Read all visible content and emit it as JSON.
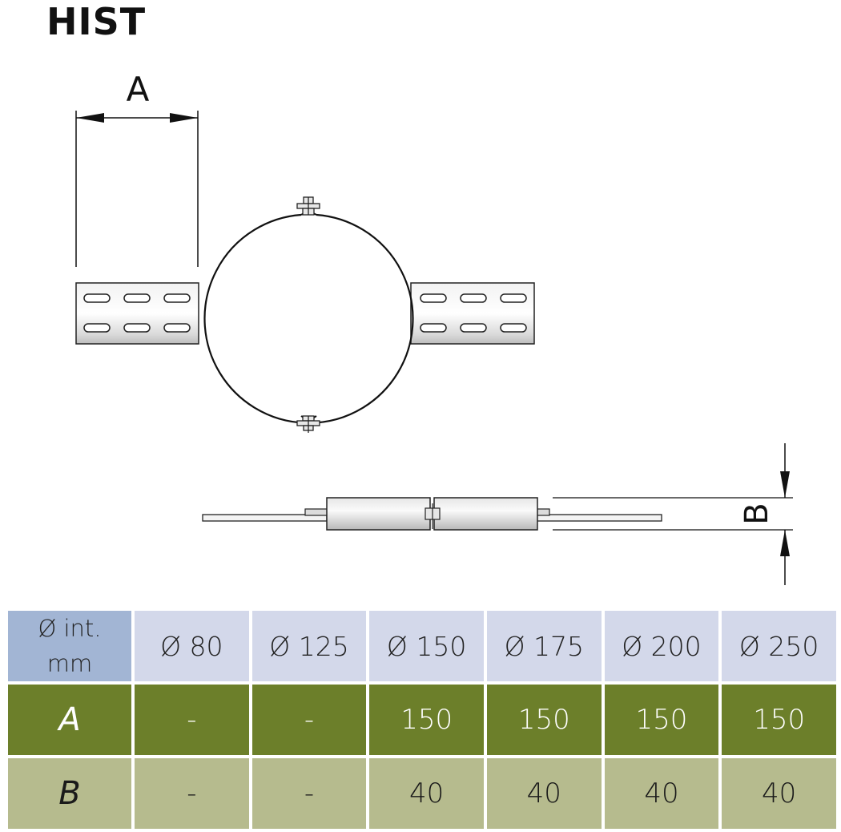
{
  "title": "HIST",
  "diagram": {
    "dimension_a_label": "A",
    "dimension_b_label": "B"
  },
  "table": {
    "header": {
      "label": "Ø int.\nmm",
      "sizes": [
        "Ø 80",
        "Ø 125",
        "Ø 150",
        "Ø 175",
        "Ø 200",
        "Ø 250"
      ]
    },
    "rows": [
      {
        "label": "A",
        "values": [
          "-",
          "-",
          "150",
          "150",
          "150",
          "150"
        ]
      },
      {
        "label": "B",
        "values": [
          "-",
          "-",
          "40",
          "40",
          "40",
          "40"
        ]
      }
    ]
  },
  "colors": {
    "header_label_bg": "#a2b5d4",
    "header_bg": "#d3d8ea",
    "row_a_bg": "#6c7f2a",
    "row_b_bg": "#b6bb8e"
  }
}
